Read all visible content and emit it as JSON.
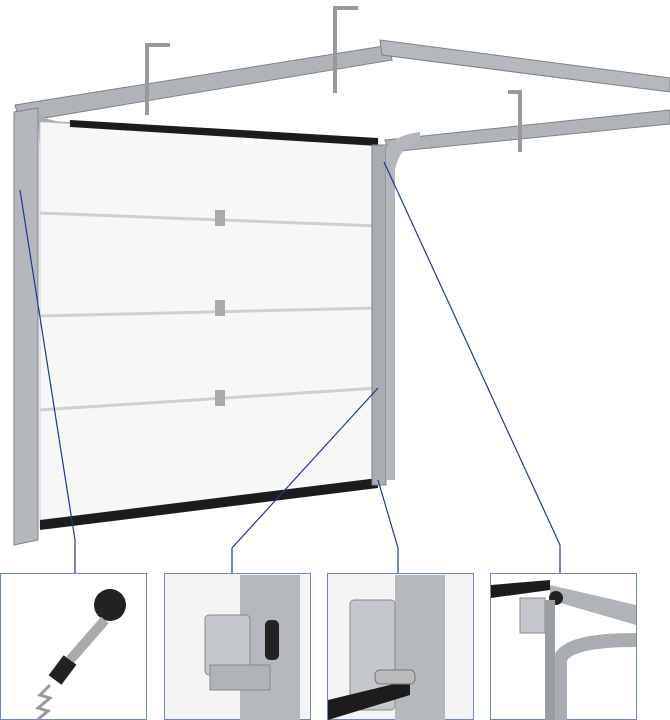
{
  "colors": {
    "background": "#ffffff",
    "callout_line": "#1a3a8c",
    "callout_box_border": "#6f86c4",
    "door_panel": "#f7f7f7",
    "steel": "#a9adb2",
    "steel_dark": "#7d8288",
    "seal": "#1c1c1c"
  },
  "illustration": {
    "subject": "sectional-garage-door",
    "callouts": [
      {
        "name": "cable-spring-detail"
      },
      {
        "name": "hinge-roller-detail"
      },
      {
        "name": "bottom-bracket-detail"
      },
      {
        "name": "top-roller-detail"
      }
    ]
  }
}
